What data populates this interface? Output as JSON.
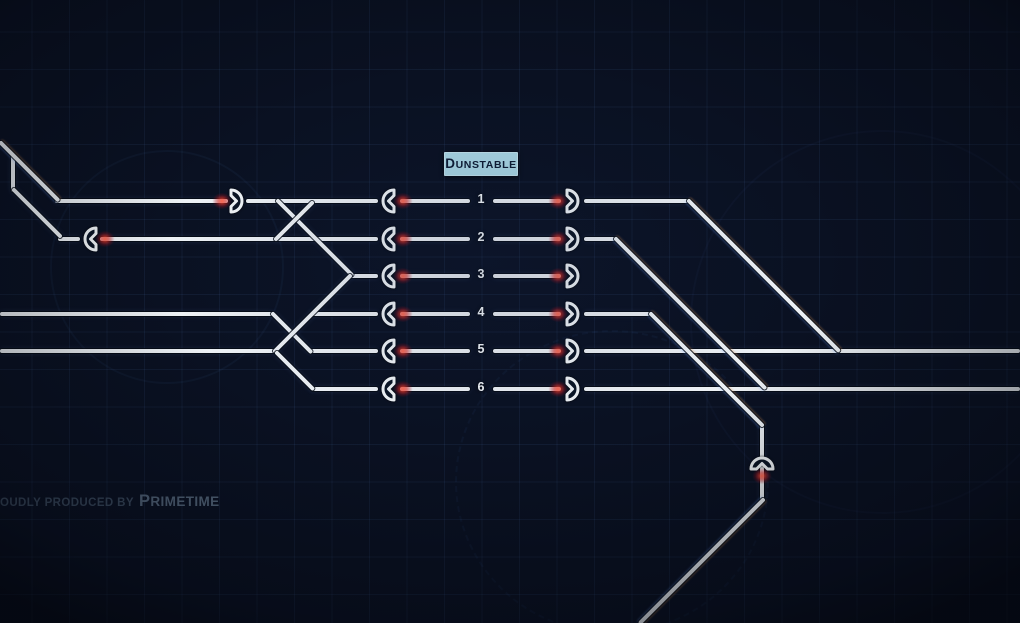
{
  "station": {
    "name": "Dunstable",
    "sign_bg": "#a9d6e4",
    "sign_text_color": "#0d1b33"
  },
  "platforms": {
    "numbers": [
      "1",
      "2",
      "3",
      "4",
      "5",
      "6"
    ]
  },
  "watermark": {
    "prefix": "oudly produced by",
    "brand": "Primetime"
  },
  "signals": [
    {
      "id": "signal-platform-1-west",
      "aspect": "red"
    },
    {
      "id": "signal-platform-2-west",
      "aspect": "red"
    },
    {
      "id": "signal-platform-3-west",
      "aspect": "red"
    },
    {
      "id": "signal-platform-4-west",
      "aspect": "red"
    },
    {
      "id": "signal-platform-5-west",
      "aspect": "red"
    },
    {
      "id": "signal-platform-6-west",
      "aspect": "red"
    },
    {
      "id": "signal-platform-1-east",
      "aspect": "red"
    },
    {
      "id": "signal-platform-2-east",
      "aspect": "red"
    },
    {
      "id": "signal-platform-3-east",
      "aspect": "red"
    },
    {
      "id": "signal-platform-4-east",
      "aspect": "red"
    },
    {
      "id": "signal-platform-5-east",
      "aspect": "red"
    },
    {
      "id": "signal-platform-6-east",
      "aspect": "red"
    },
    {
      "id": "signal-west-approach",
      "aspect": "red"
    },
    {
      "id": "signal-west-branch",
      "aspect": "red"
    },
    {
      "id": "signal-south-junction",
      "aspect": "red"
    }
  ],
  "colors": {
    "background": "#0a1122",
    "grid": "rgba(96,140,220,0.09)",
    "track": "#edf1f5",
    "signal_red": "#e8453c",
    "sign_bg": "#a9d6e4",
    "watermark": "#3b4b5f",
    "watermark_brand": "#54667b"
  }
}
